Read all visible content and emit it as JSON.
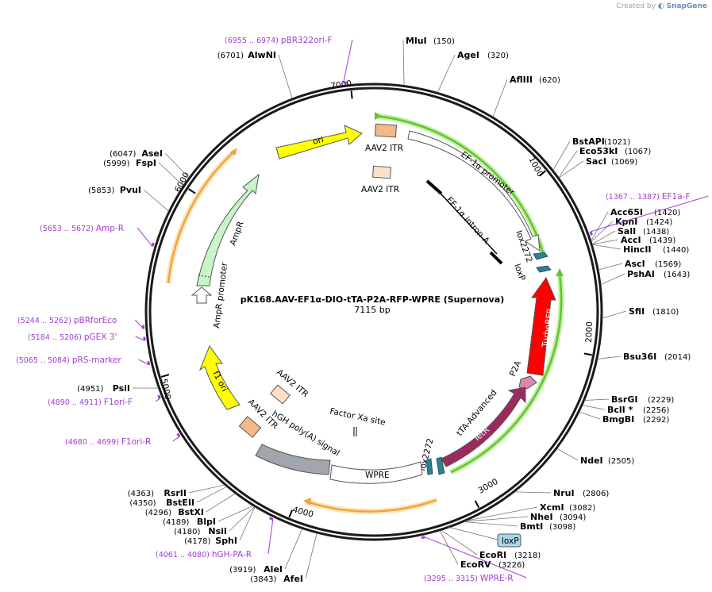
{
  "credit": {
    "prefix": "Created by",
    "brand": "SnapGene"
  },
  "plasmid": {
    "name": "pK168.AAV-EF1α-DIO-tTA-P2A-RFP-WPRE (Supernova)",
    "length_label": "7115 bp",
    "length": 7115
  },
  "ticks": [
    {
      "pos": 1000,
      "label": "1000"
    },
    {
      "pos": 2000,
      "label": "2000"
    },
    {
      "pos": 3000,
      "label": "3000"
    },
    {
      "pos": 4000,
      "label": "4000"
    },
    {
      "pos": 5000,
      "label": "5000"
    },
    {
      "pos": 6000,
      "label": "6000"
    },
    {
      "pos": 7000,
      "label": "7000"
    }
  ],
  "enzymes": [
    {
      "name": "MluI",
      "pos": "(150)"
    },
    {
      "name": "AgeI",
      "pos": "(320)"
    },
    {
      "name": "AflIII",
      "pos": "(620)"
    },
    {
      "name": "BstAPI",
      "pos": "(1021)"
    },
    {
      "name": "Eco53kI",
      "pos": "(1067)"
    },
    {
      "name": "SacI",
      "pos": "(1069)"
    },
    {
      "name": "Acc65I",
      "pos": "(1420)"
    },
    {
      "name": "KpnI",
      "pos": "(1424)"
    },
    {
      "name": "SalI",
      "pos": "(1438)"
    },
    {
      "name": "AccI",
      "pos": "(1439)"
    },
    {
      "name": "HincII",
      "pos": "(1440)"
    },
    {
      "name": "AscI",
      "pos": "(1569)"
    },
    {
      "name": "PshAI",
      "pos": "(1643)"
    },
    {
      "name": "SfiI",
      "pos": "(1810)"
    },
    {
      "name": "Bsu36I",
      "pos": "(2014)"
    },
    {
      "name": "BsrGI",
      "pos": "(2229)"
    },
    {
      "name": "BclI *",
      "pos": "(2256)"
    },
    {
      "name": "BmgBI",
      "pos": "(2292)"
    },
    {
      "name": "NdeI",
      "pos": "(2505)"
    },
    {
      "name": "NruI",
      "pos": "(2806)"
    },
    {
      "name": "XcmI",
      "pos": "(3082)"
    },
    {
      "name": "NheI",
      "pos": "(3094)"
    },
    {
      "name": "BmtI",
      "pos": "(3098)"
    },
    {
      "name": "EcoRI",
      "pos": "(3218)"
    },
    {
      "name": "EcoRV",
      "pos": "(3226)"
    },
    {
      "name": "AfeI",
      "pos": "(3843)"
    },
    {
      "name": "AleI",
      "pos": "(3919)"
    },
    {
      "name": "SphI",
      "pos": "(4178)"
    },
    {
      "name": "NsiI",
      "pos": "(4180)"
    },
    {
      "name": "BlpI",
      "pos": "(4189)"
    },
    {
      "name": "BstXI",
      "pos": "(4296)"
    },
    {
      "name": "BstEII",
      "pos": "(4350)"
    },
    {
      "name": "RsrII",
      "pos": "(4363)"
    },
    {
      "name": "PsiI",
      "pos": "(4951)"
    },
    {
      "name": "PvuI",
      "pos": "(5853)"
    },
    {
      "name": "FspI",
      "pos": "(5999)"
    },
    {
      "name": "AseI",
      "pos": "(6047)"
    },
    {
      "name": "AlwNI",
      "pos": "(6701)"
    }
  ],
  "primers": [
    {
      "name": "pBR322ori-F",
      "range": "(6955 .. 6974)"
    },
    {
      "name": "EF1a-F",
      "range": "(1367 .. 1387)"
    },
    {
      "name": "Amp-R",
      "range": "(5653 .. 5672)"
    },
    {
      "name": "pBRforEco",
      "range": "(5244 .. 5262)"
    },
    {
      "name": "pGEX 3'",
      "range": "(5184 .. 5206)"
    },
    {
      "name": "pRS-marker",
      "range": "(5065 .. 5084)"
    },
    {
      "name": "F1ori-F",
      "range": "(4890 .. 4911)"
    },
    {
      "name": "F1ori-R",
      "range": "(4680 .. 4699)"
    },
    {
      "name": "hGH-PA-R",
      "range": "(4061 .. 4080)"
    },
    {
      "name": "WPRE-R",
      "range": "(3295 .. 3315)"
    }
  ],
  "features": {
    "ori": "ori",
    "aav2_itr_top": "AAV2 ITR",
    "aav2_itr_inner": "AAV2 ITR",
    "ef1a_promoter": "EF-1α promoter",
    "ef1a_intron": "EF-1α intron A",
    "lox2272_top": "lox2272",
    "loxp_top": "loxP",
    "turbo_rfp": "TurboRFP",
    "p2a": "P2A",
    "tetr": "TetR",
    "tta_advanced": "tTA-Advanced",
    "lox2272_bottom": "lox2272",
    "loxp_box": "loxP",
    "wpre": "WPRE",
    "factor_xa": "Factor Xa site",
    "hgh_polya": "hGH poly(A) signal",
    "aav2_itr_bottom1": "AAV2 ITR",
    "aav2_itr_bottom2": "AAV2 ITR",
    "f1_ori": "f1 ori",
    "ampr_promoter": "AmpR promoter",
    "ampr": "AmpR"
  },
  "colors": {
    "backbone": "#1a1a1a",
    "primer": "#a23dd1",
    "orange_track": "#f0a340",
    "green_track": "#66c236",
    "ori": "#ffff00",
    "ampr": "#c8f5c8",
    "tetr": "#9b2a5e",
    "turbo_rfp": "#ff0000",
    "aav2_itr": "#f5b886",
    "hgh_polya": "#a0a6ab",
    "lox": "#2f7f8f",
    "loxp_box": "#a6d8e8"
  }
}
